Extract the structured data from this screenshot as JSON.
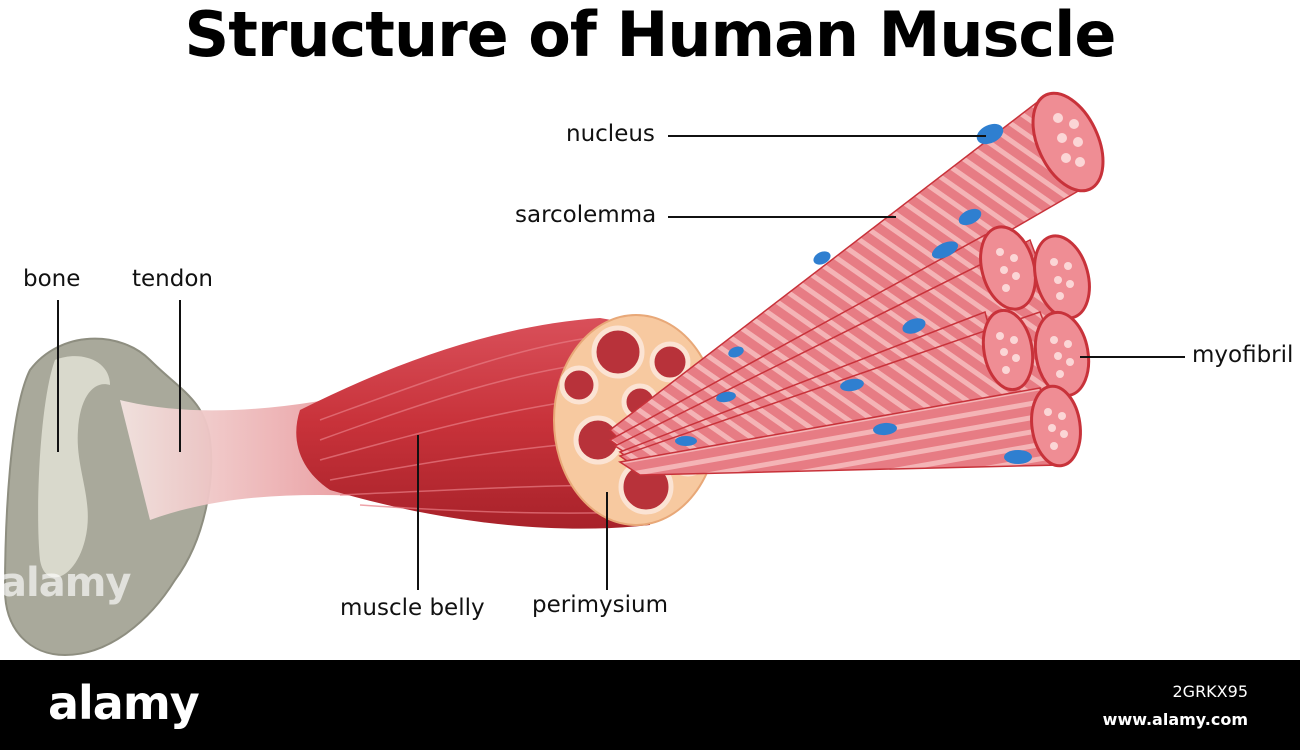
{
  "title": "Structure of Human Muscle",
  "labels": {
    "bone": "bone",
    "tendon": "tendon",
    "muscle_belly": "muscle belly",
    "perimysium": "perimysium",
    "nucleus": "nucleus",
    "sarcolemma": "sarcolemma",
    "myofibril": "myofibril"
  },
  "colors": {
    "muscle": "#c8323a",
    "fiber": "#e8707a",
    "bone": "#a8a89a",
    "perimysium": "#f7c9a0",
    "nucleus": "#2f7fd0"
  },
  "footer": {
    "logo": "alamy",
    "image_id": "2GRKX95",
    "url": "www.alamy.com"
  },
  "watermark": "alamy"
}
